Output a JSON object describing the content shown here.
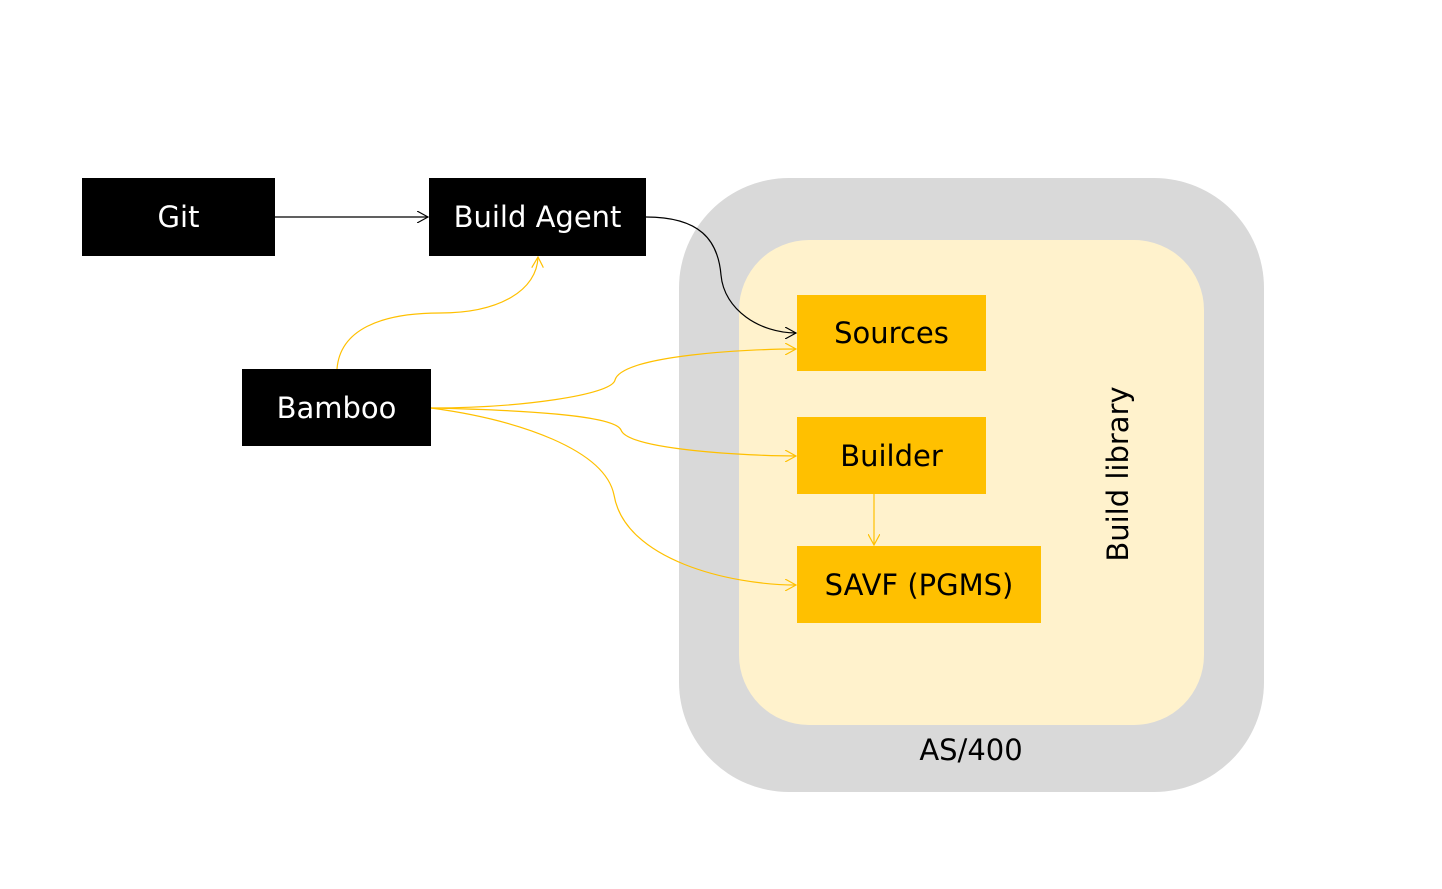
{
  "diagram": {
    "containers": {
      "as400": {
        "label": "AS/400",
        "color": "#d9d9d9"
      },
      "build_library": {
        "label": "Build library",
        "color": "#fff2cc"
      }
    },
    "nodes": {
      "git": {
        "label": "Git",
        "color": "#000000"
      },
      "build_agent": {
        "label": "Build Agent",
        "color": "#000000"
      },
      "bamboo": {
        "label": "Bamboo",
        "color": "#000000"
      },
      "sources": {
        "label": "Sources",
        "color": "#ffc000"
      },
      "builder": {
        "label": "Builder",
        "color": "#ffc000"
      },
      "savf": {
        "label": "SAVF (PGMS)",
        "color": "#ffc000"
      }
    },
    "edges": [
      {
        "from": "Git",
        "to": "Build Agent",
        "color": "#000000"
      },
      {
        "from": "Build Agent",
        "to": "Sources",
        "color": "#000000"
      },
      {
        "from": "Bamboo",
        "to": "Build Agent",
        "color": "#ffc000"
      },
      {
        "from": "Bamboo",
        "to": "Sources",
        "color": "#ffc000"
      },
      {
        "from": "Bamboo",
        "to": "Builder",
        "color": "#ffc000"
      },
      {
        "from": "Bamboo",
        "to": "SAVF (PGMS)",
        "color": "#ffc000"
      },
      {
        "from": "Builder",
        "to": "SAVF (PGMS)",
        "color": "#ffc000"
      }
    ]
  }
}
